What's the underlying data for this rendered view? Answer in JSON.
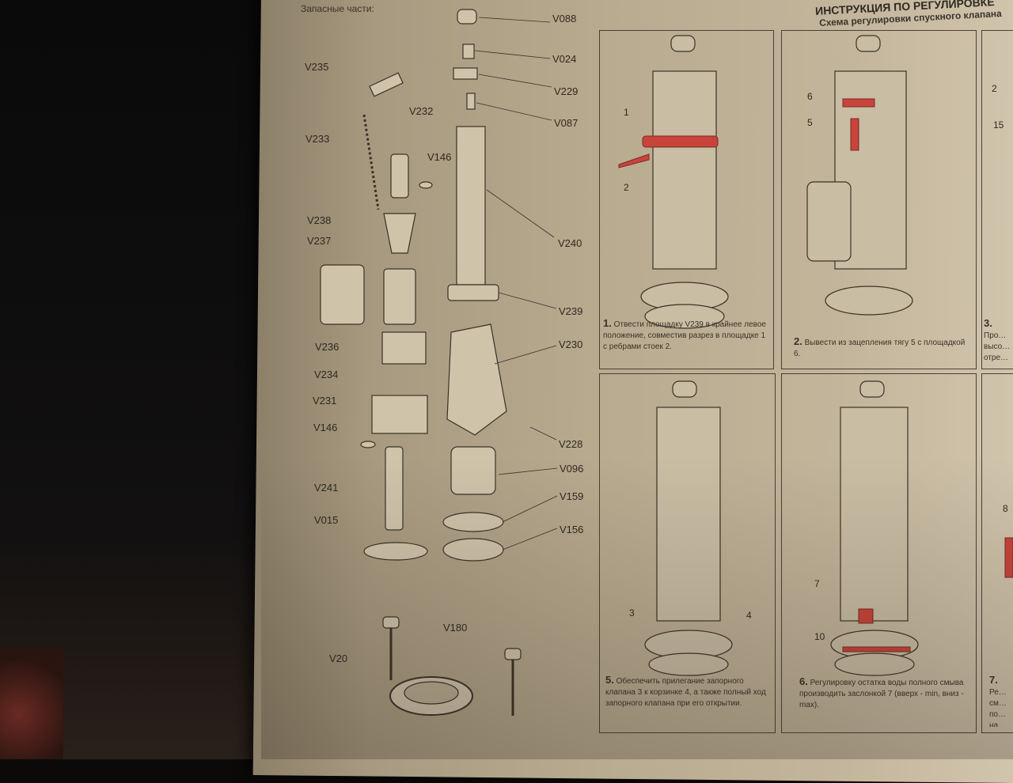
{
  "header": {
    "title": "ИНСТРУКЦИЯ ПО РЕГУЛИРОВКЕ",
    "subtitle": "Схема регулировки спускного клапана"
  },
  "parts_title": "Запасные части:",
  "parts": [
    "V088",
    "V024",
    "V229",
    "V087",
    "V235",
    "V232",
    "V233",
    "V146",
    "V240",
    "V238",
    "V237",
    "V239",
    "V236",
    "V230",
    "V234",
    "V231",
    "V146",
    "V228",
    "V096",
    "V241",
    "V159",
    "V015",
    "V156",
    "V180",
    "V20"
  ],
  "callouts": [
    "1",
    "2",
    "6",
    "5",
    "3",
    "4",
    "7",
    "10",
    "2",
    "15",
    "8"
  ],
  "steps": [
    {
      "n": "1.",
      "text": "Отвести площадку V239 в крайнее левое положение, совместив разрез в площадке 1 с ребрами стоек 2."
    },
    {
      "n": "2.",
      "text": "Вывести из зацепления тягу 5 с площадкой 6."
    },
    {
      "n": "3.",
      "text": "Про… высо… отре… ввер…"
    },
    {
      "n": "5.",
      "text": "Обеспечить прилегание запорного клапана 3 к корзинке 4, а также полный ход запорного клапана при его открытии."
    },
    {
      "n": "6.",
      "text": "Регулировку остатка воды полного смыва производить заслонкой 7 (вверх - min, вниз - max)."
    },
    {
      "n": "7.",
      "text": "Ре… см… по… на…"
    }
  ],
  "colors": {
    "paper": "#b9ab90",
    "ink": "#2e2820",
    "accent": "#c8443a"
  }
}
